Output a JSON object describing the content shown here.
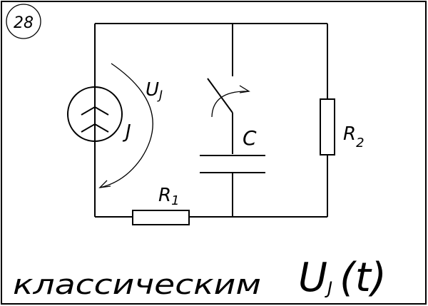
{
  "problem_number": "28",
  "labels": {
    "source_voltage": "U",
    "source_voltage_sub": "J",
    "source_current": "J",
    "capacitor": "C",
    "resistor_1": "R",
    "resistor_1_sub": "1",
    "resistor_2": "R",
    "resistor_2_sub": "2"
  },
  "caption": {
    "method_text": "классическим",
    "target": "U",
    "target_sub": "J",
    "target_arg": "(t)"
  }
}
